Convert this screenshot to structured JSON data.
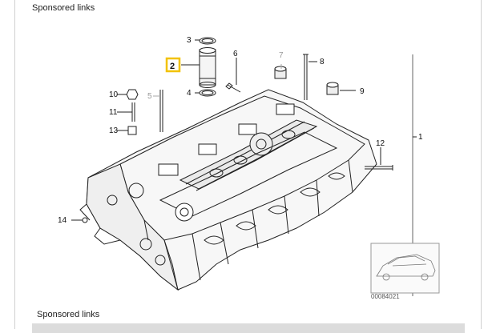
{
  "header": {
    "sponsored_label": "Sponsored links"
  },
  "footer": {
    "sponsored_label": "Sponsored links"
  },
  "diagram": {
    "part_numbers": [
      "1",
      "2",
      "3",
      "4",
      "5",
      "6",
      "7",
      "8",
      "9",
      "10",
      "11",
      "12",
      "13",
      "14"
    ],
    "highlighted_part": "2",
    "reference_code": "00084021",
    "highlight_color": "#f2c200"
  }
}
